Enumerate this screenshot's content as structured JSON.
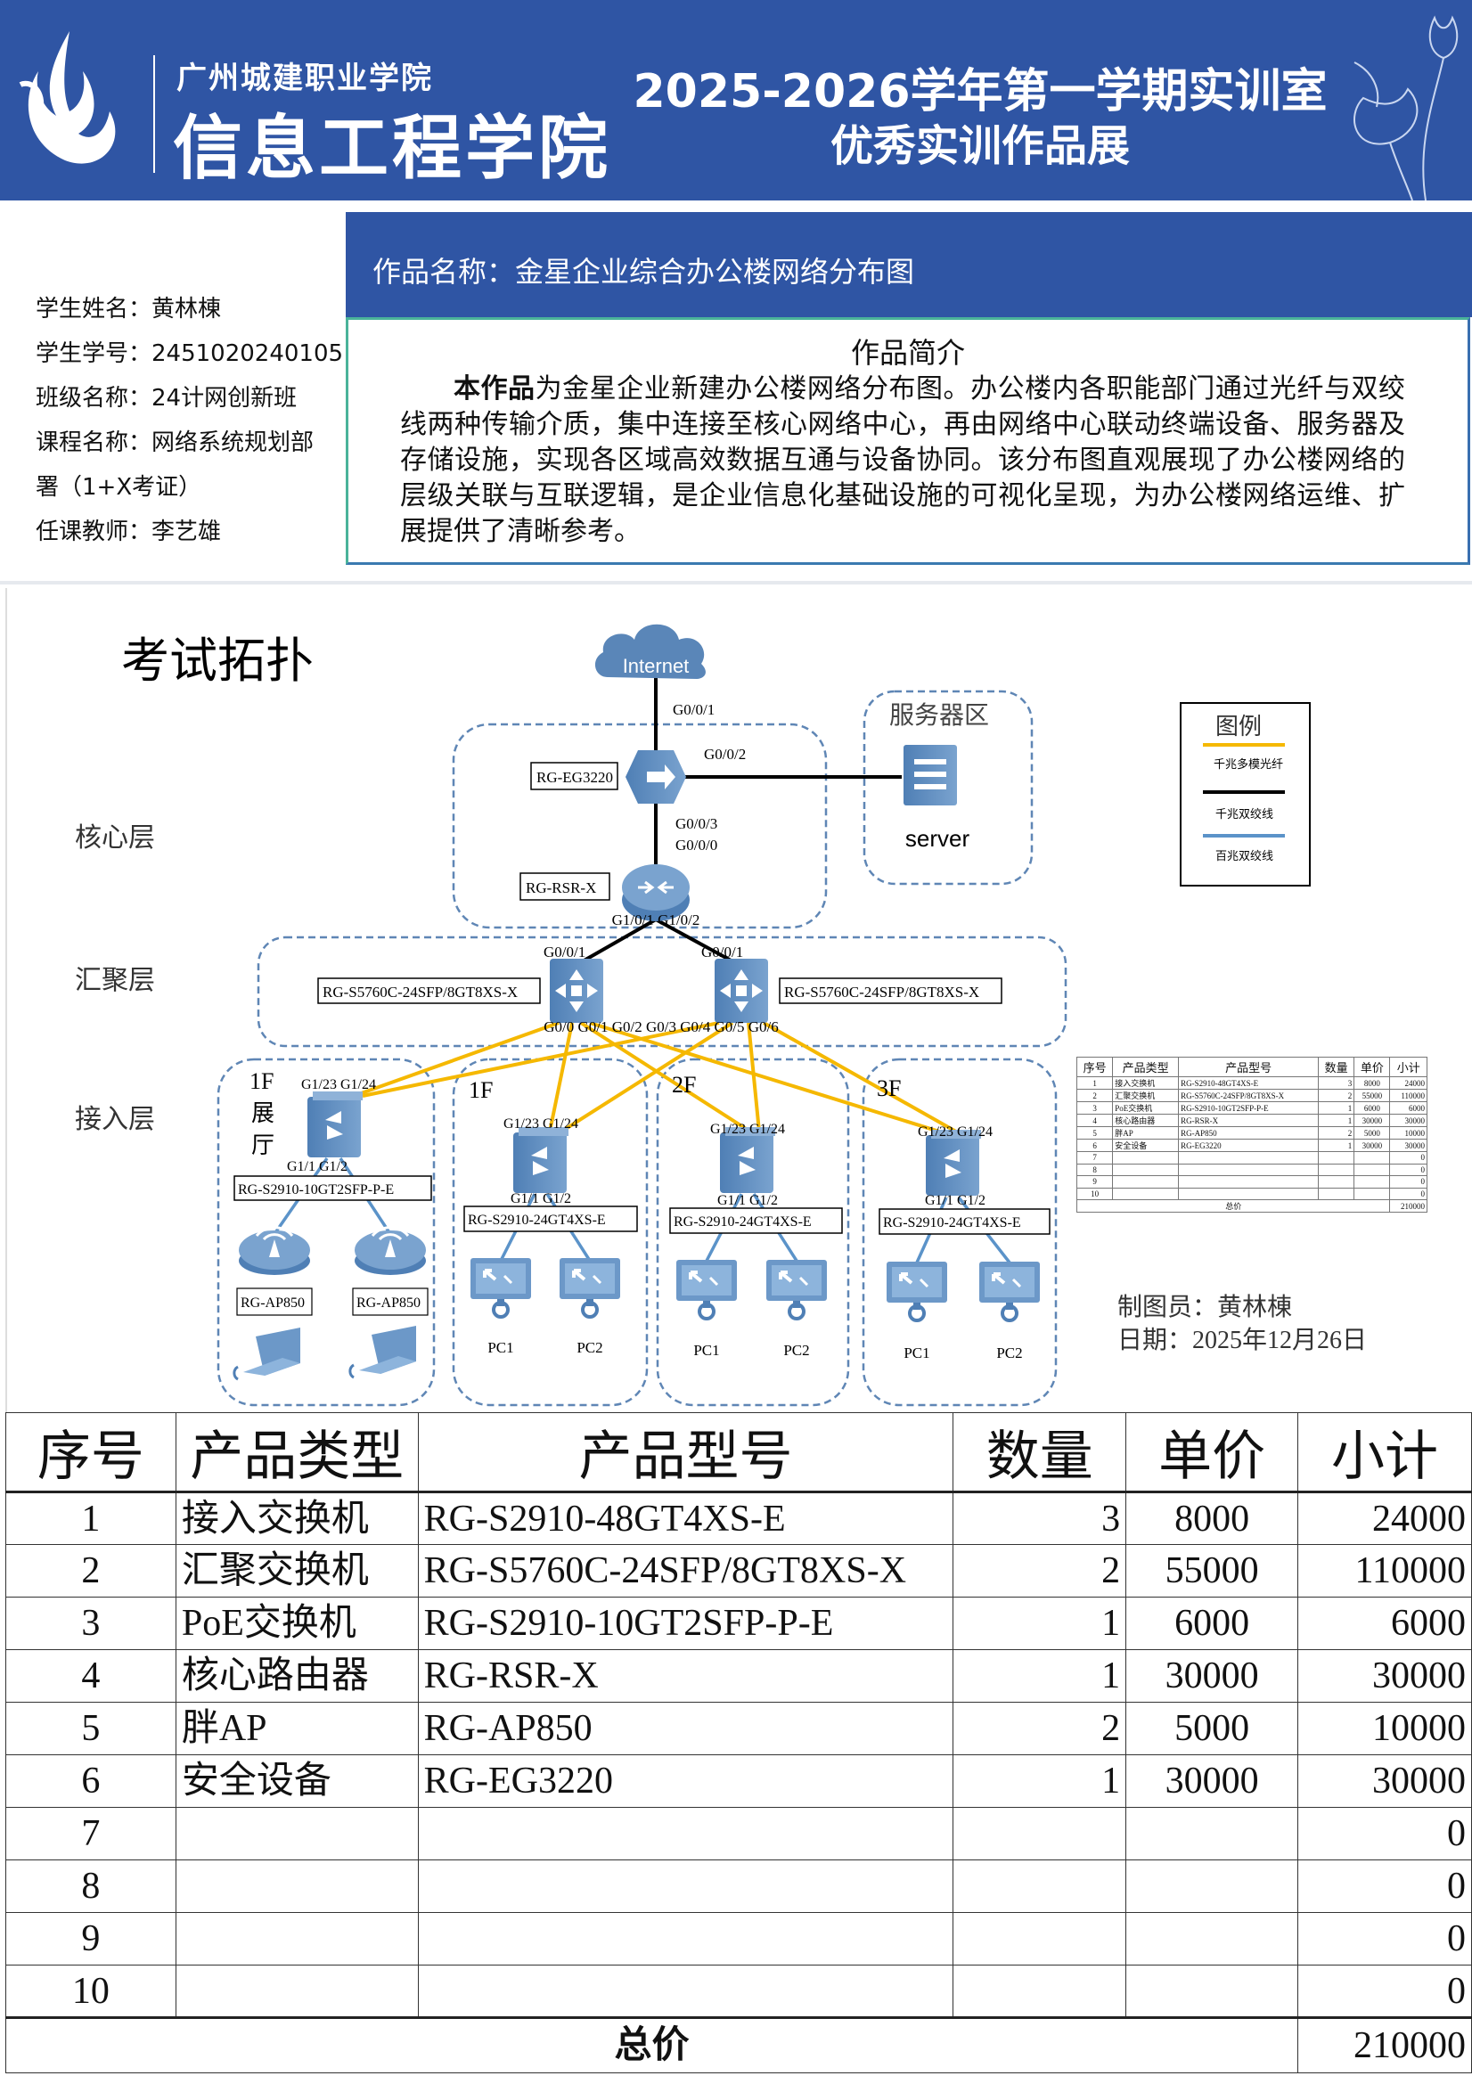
{
  "header": {
    "school": "广州城建职业学院",
    "college": "信息工程学院",
    "title_line1": "2025-2026学年第一学期实训室",
    "title_line2": "优秀实训作品展",
    "brand_color": "#2f55a4"
  },
  "work": {
    "name": "作品名称：金星企业综合办公楼网络分布图",
    "intro_title": "作品简介",
    "intro_lead": "本作品",
    "intro_body": "为金星企业新建办公楼网络分布图。办公楼内各职能部门通过光纤与双绞线两种传输介质，集中连接至核心网络中心，再由网络中心联动终端设备、服务器及存储设施，实现各区域高效数据互通与设备协同。该分布图直观展现了办公楼网络的层级关联与互联逻辑，是企业信息化基础设施的可视化呈现，为办公楼网络运维、扩展提供了清晰参考。"
  },
  "student": {
    "name": "学生姓名：黄林棟",
    "id": "学生学号：2451020240105",
    "class": "班级名称：24计网创新班",
    "course_1": "课程名称：网络系统规划部",
    "course_2": "署（1+X考证）",
    "teacher": "任课教师：李艺雄"
  },
  "diagram": {
    "title": "考试拓扑",
    "layers": {
      "core": "核心层",
      "aggregation": "汇聚层",
      "access": "接入层"
    },
    "internet": "Internet",
    "server_zone": "服务器区",
    "server": "server",
    "eg_label": "RG-EG3220",
    "rsr_label": "RG-RSR-X",
    "agg_label": "RG-S5760C-24SFP/8GT8XS-X",
    "poe_label": "RG-S2910-10GT2SFP-P-E",
    "acc_label": "RG-S2910-24GT4XS-E",
    "ap_label": "RG-AP850",
    "ports": {
      "g001": "G0/0/1",
      "g002": "G0/0/2",
      "g003": "G0/0/3",
      "g000": "G0/0/0",
      "g101_102": "G1/0/1  G1/0/2",
      "agg_up": "G0/0/1",
      "agg_down": "G0/0 G0/1 G0/2  G0/3 G0/4 G0/5 G0/6",
      "acc_up": "G1/23 G1/24",
      "acc_down": "G1/1   G1/2"
    },
    "floors": {
      "hall": "1F",
      "hall_name_1": "展",
      "hall_name_2": "厅",
      "f1": "1F",
      "f2": "2F",
      "f3": "3F"
    },
    "pc1": "PC1",
    "pc2": "PC2",
    "legend": {
      "title": "图例",
      "items": [
        {
          "label": "千兆多模光纤",
          "color": "#f5b800"
        },
        {
          "label": "千兆双绞线",
          "color": "#000000"
        },
        {
          "label": "百兆双绞线",
          "color": "#5b93c9"
        }
      ]
    },
    "author": "制图员：黄林棟",
    "date": "日期：2025年12月26日"
  },
  "bom": {
    "headers": [
      "序号",
      "产品类型",
      "产品型号",
      "数量",
      "单价",
      "小计"
    ],
    "rows": [
      [
        "1",
        "接入交换机",
        "RG-S2910-48GT4XS-E",
        "3",
        "8000",
        "24000"
      ],
      [
        "2",
        "汇聚交换机",
        "RG-S5760C-24SFP/8GT8XS-X",
        "2",
        "55000",
        "110000"
      ],
      [
        "3",
        "PoE交换机",
        "RG-S2910-10GT2SFP-P-E",
        "1",
        "6000",
        "6000"
      ],
      [
        "4",
        "核心路由器",
        "RG-RSR-X",
        "1",
        "30000",
        "30000"
      ],
      [
        "5",
        "胖AP",
        "RG-AP850",
        "2",
        "5000",
        "10000"
      ],
      [
        "6",
        "安全设备",
        "RG-EG3220",
        "1",
        "30000",
        "30000"
      ],
      [
        "7",
        "",
        "",
        "",
        "",
        "0"
      ],
      [
        "8",
        "",
        "",
        "",
        "",
        "0"
      ],
      [
        "9",
        "",
        "",
        "",
        "",
        "0"
      ],
      [
        "10",
        "",
        "",
        "",
        "",
        "0"
      ]
    ],
    "total_label": "总价",
    "total": "210000"
  }
}
